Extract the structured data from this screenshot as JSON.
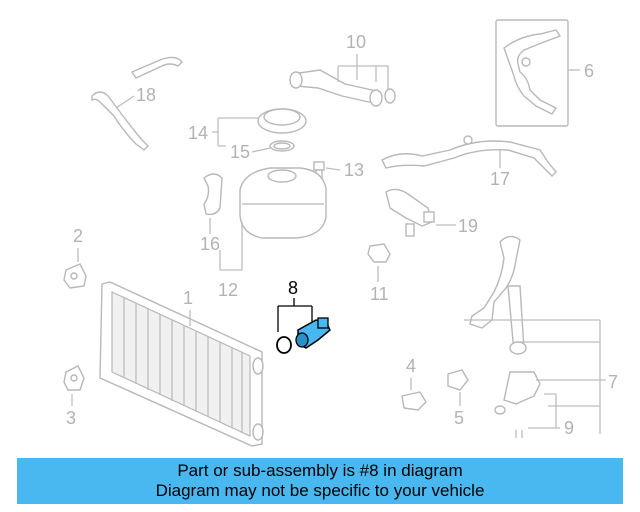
{
  "callouts": {
    "c1": "1",
    "c2": "2",
    "c3": "3",
    "c4": "4",
    "c5": "5",
    "c6": "6",
    "c7": "7",
    "c8": "8",
    "c9": "9",
    "c10": "10",
    "c11": "11",
    "c12": "12",
    "c13": "13",
    "c14": "14",
    "c15": "15",
    "c16": "16",
    "c17": "17",
    "c18": "18",
    "c19": "19"
  },
  "highlight": {
    "part_number": "8",
    "color": "#4ab8f0"
  },
  "banner": {
    "line1": "Part or sub-assembly is #8 in diagram",
    "line2": "Diagram may not be specific to your vehicle",
    "background": "#4ab8f0"
  },
  "colors": {
    "inactive": "#b3b3b3",
    "active": "#000000"
  }
}
